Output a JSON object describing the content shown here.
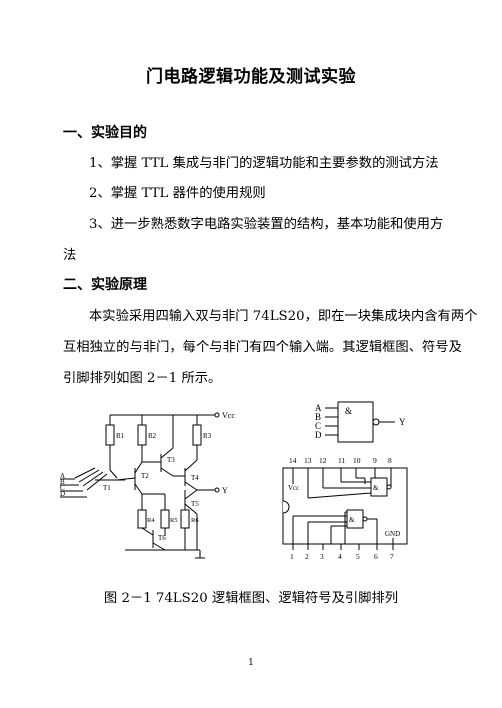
{
  "title": "门电路逻辑功能及测试实验",
  "section1": {
    "heading": "一、实验目的",
    "items": [
      "1、掌握 TTL 集成与非门的逻辑功能和主要参数的测试方法",
      "2、掌握 TTL 器件的使用规则",
      "3、进一步熟悉数字电路实验装置的结构，基本功能和使用方",
      "法"
    ]
  },
  "section2": {
    "heading": "二、实验原理",
    "lines": [
      "本实验采用四输入双与非门 74LS20，即在一块集成块内含有两个",
      "互相独立的与非门，每个与非门有四个输入端。其逻辑框图、符号及",
      "引脚排列如图 2－1 所示。"
    ]
  },
  "figure": {
    "circuit": {
      "vcc": "Vcc",
      "resistors": [
        "R1",
        "R2",
        "R3",
        "R4",
        "R5",
        "R6"
      ],
      "transistors": [
        "T1",
        "T2",
        "T3",
        "T4",
        "T5",
        "T6"
      ],
      "inputs": [
        "A",
        "B",
        "C",
        "D"
      ],
      "output": "Y"
    },
    "symbol": {
      "inputs": [
        "A",
        "B",
        "C",
        "D"
      ],
      "gate": "&",
      "output": "Y"
    },
    "pinout": {
      "top_pins": [
        "14",
        "13",
        "12",
        "11",
        "10",
        "9",
        "8"
      ],
      "bottom_pins": [
        "1",
        "2",
        "3",
        "4",
        "5",
        "6",
        "7"
      ],
      "vcc": "Vcc",
      "gnd": "GND",
      "gate": "&"
    },
    "caption": "图 2－1  74LS20 逻辑框图、逻辑符号及引脚排列"
  },
  "page_number": "1"
}
